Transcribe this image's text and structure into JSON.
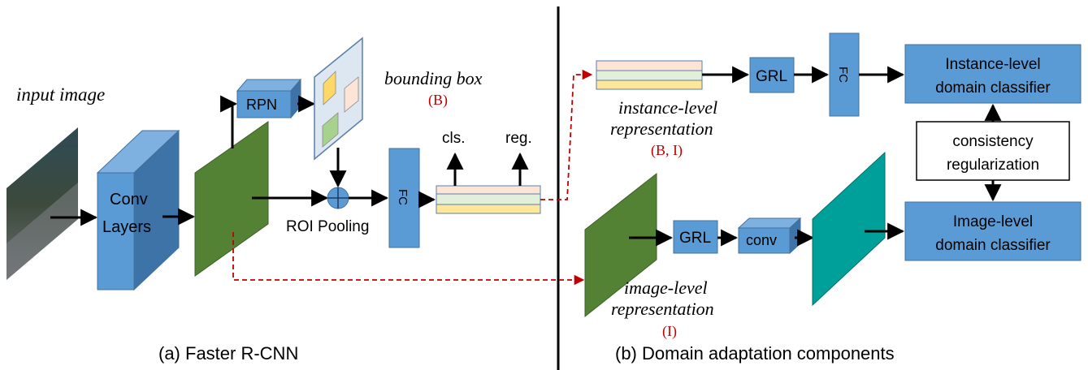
{
  "left_panel": {
    "input_label": "input image",
    "conv_label_line1": "Conv",
    "conv_label_line2": "Layers",
    "rpn_label": "RPN",
    "bbox_label": "bounding box",
    "bbox_tag": "(B)",
    "roi_label": "ROI Pooling",
    "fc_label": "FC",
    "cls_label": "cls.",
    "reg_label": "reg.",
    "caption": "(a) Faster R-CNN"
  },
  "right_panel": {
    "instance_rep_line1": "instance-level",
    "instance_rep_line2": "representation",
    "instance_rep_tag": "(B, I)",
    "grl_top": "GRL",
    "fc_label": "FC",
    "instance_classifier_line1": "Instance-level",
    "instance_classifier_line2": "domain classifier",
    "consistency_line1": "consistency",
    "consistency_line2": "regularization",
    "image_classifier_line1": "Image-level",
    "image_classifier_line2": "domain classifier",
    "grl_bottom": "GRL",
    "conv_label": "conv",
    "image_rep_line1": "image-level",
    "image_rep_line2": "representation",
    "image_rep_tag": "(I)",
    "caption": "(b) Domain adaptation components"
  },
  "colors": {
    "box_blue": "#5b9bd5",
    "box_border": "#41719c",
    "feature_green": "#548235",
    "teal": "#00a09a",
    "red_tag": "#c00000",
    "stripe_pink": "#fce4d6",
    "stripe_green": "#e2efda",
    "stripe_yellow": "#ffe699"
  }
}
